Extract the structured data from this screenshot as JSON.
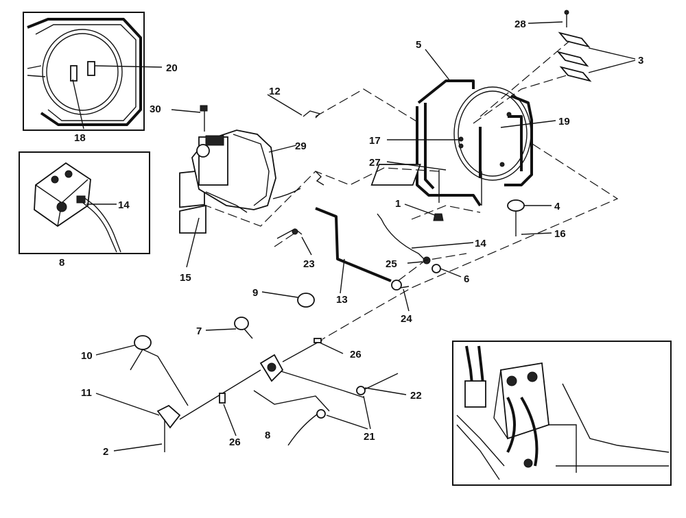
{
  "labels": {
    "l1": "1",
    "l2": "2",
    "l3": "3",
    "l4": "4",
    "l5": "5",
    "l6": "6",
    "l7": "7",
    "l8a": "8",
    "l8b": "8",
    "l9": "9",
    "l10": "10",
    "l11": "11",
    "l12": "12",
    "l13": "13",
    "l14a": "14",
    "l14b": "14",
    "l15": "15",
    "l16": "16",
    "l17": "17",
    "l18": "18",
    "l19": "19",
    "l20": "20",
    "l21": "21",
    "l22": "22",
    "l23": "23",
    "l24": "24",
    "l25": "25",
    "l26a": "26",
    "l26b": "26",
    "l27": "27",
    "l28": "28",
    "l29": "29",
    "l30": "30"
  }
}
